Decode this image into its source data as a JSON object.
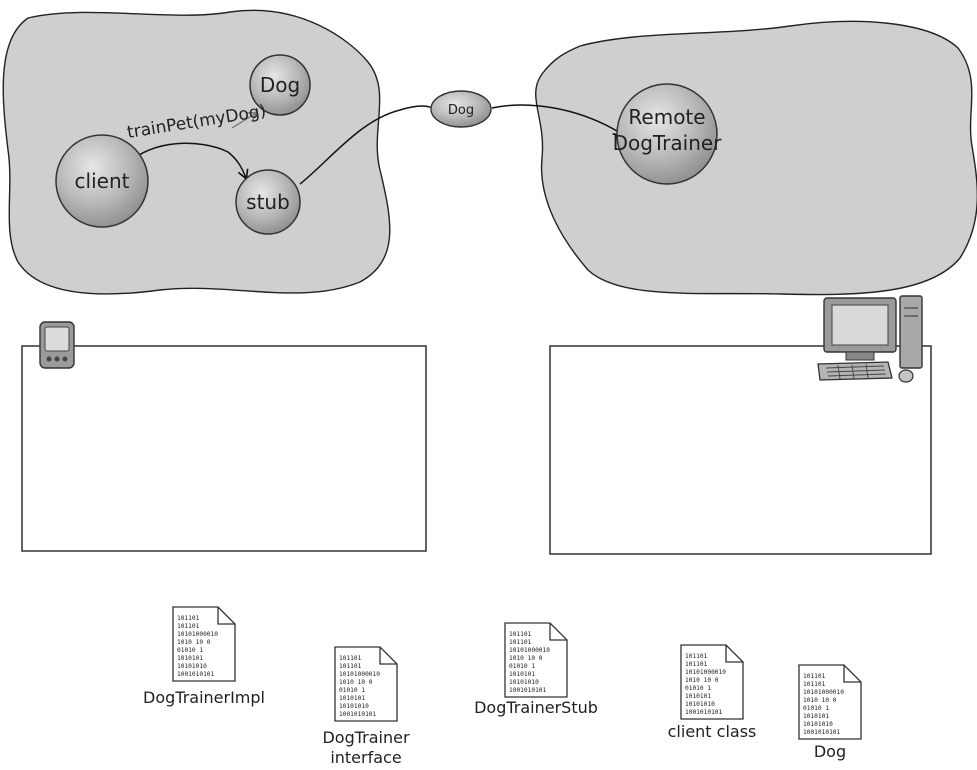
{
  "diagram": {
    "left_cloud": {
      "nodes": {
        "client": "client",
        "dog": "Dog",
        "stub": "stub"
      },
      "call_label": "trainPet(myDog)"
    },
    "transit_object": "Dog",
    "right_cloud": {
      "remote_line1": "Remote",
      "remote_line2": "DogTrainer"
    },
    "left_box_icon": "pda-device-icon",
    "right_box_icon": "desktop-computer-icon"
  },
  "class_files": {
    "binary_lines": [
      "101101",
      "101101",
      "10101000010",
      "1010  10  0",
      "01010    1",
      "1010101",
      "10101010",
      "1001010101"
    ],
    "items": [
      {
        "caption_1": "DogTrainerImpl",
        "caption_2": ""
      },
      {
        "caption_1": "DogTrainer",
        "caption_2": "interface"
      },
      {
        "caption_1": "DogTrainerStub",
        "caption_2": ""
      },
      {
        "caption_1": "client class",
        "caption_2": ""
      },
      {
        "caption_1": "Dog",
        "caption_2": ""
      }
    ]
  }
}
